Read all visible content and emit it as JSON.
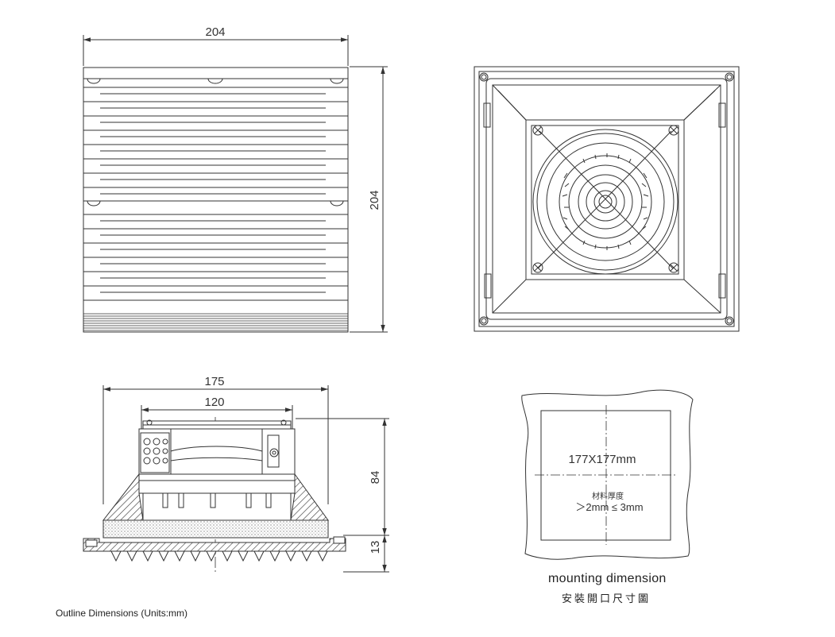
{
  "front_view": {
    "width_label": "204",
    "height_label": "204"
  },
  "side_view": {
    "width_label": "175",
    "inner_width_label": "120",
    "height_label": "84",
    "flange_label": "13"
  },
  "cutout": {
    "size_label": "177X177mm",
    "material_label": "材料厚度",
    "thickness_label": "＞2mm ≤ 3mm",
    "caption_en": "mounting dimension",
    "caption_zh": "安裝開口尺寸圖"
  },
  "footer_note": "Outline Dimensions (Units:mm)"
}
